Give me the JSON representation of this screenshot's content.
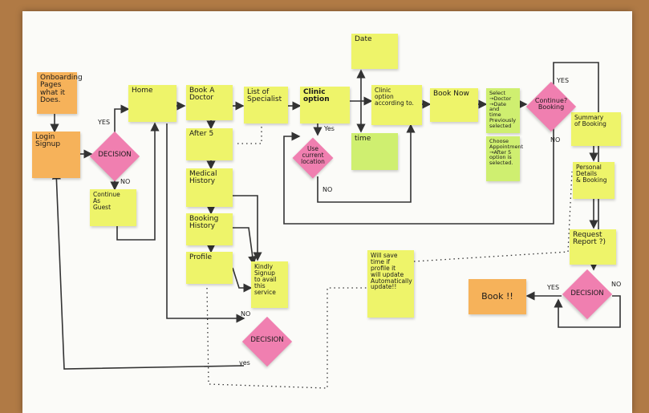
{
  "notes": {
    "onboarding": "Onboarding\nPages\nwhat it\nDoes.",
    "login": "Login\nSignup",
    "continue_guest": "Continue\nAs\nGuest",
    "home": "Home",
    "book_doctor": "Book A\nDoctor",
    "after5": "After 5",
    "medical_history": "Medical\nHistory",
    "booking_history": "Booking\nHistory",
    "profile": "Profile",
    "kindly_signup": "Kindly\nSignup\nto avail\nthis service",
    "list_specialist": "List of\nSpecialist",
    "clinic_option": "Clinic\noption",
    "use_location": "Use\ncurrent\nlocation",
    "date": "Date",
    "time": "time",
    "clinic_option_according": "Clinic\noption\naccording to.",
    "book_now": "Book Now",
    "select_doctors": "Select\n→Doctor\n→Date and\ntime\nPreviously\nselected",
    "choose_appointment": "Choose\nAppointment\n→After 5\noption is\nselected.",
    "summary_booking": "Summary\nof Booking",
    "personal_details": "Personal\nDetails\n& Booking",
    "request_report": "Request\nReport ?)",
    "will_save_time": "Will save\ntime if\nprofile it\nwill update\nAutomatically\nupdate!!",
    "book": "Book !!"
  },
  "diamonds": {
    "decision_login": "DECISION",
    "continue_booking": "Continue?\nBooking",
    "decision_request": "DECISION",
    "decision_bottom": "DECISION"
  },
  "labels": {
    "yes_home": "YES",
    "no_guest": "NO",
    "yes_location": "Yes",
    "no_location": "NO",
    "yes_continue": "YES",
    "no_continue": "NO",
    "yes_book": "YES",
    "no_request": "NO",
    "no_bottom": "NO",
    "yes_bottom": "yes"
  }
}
